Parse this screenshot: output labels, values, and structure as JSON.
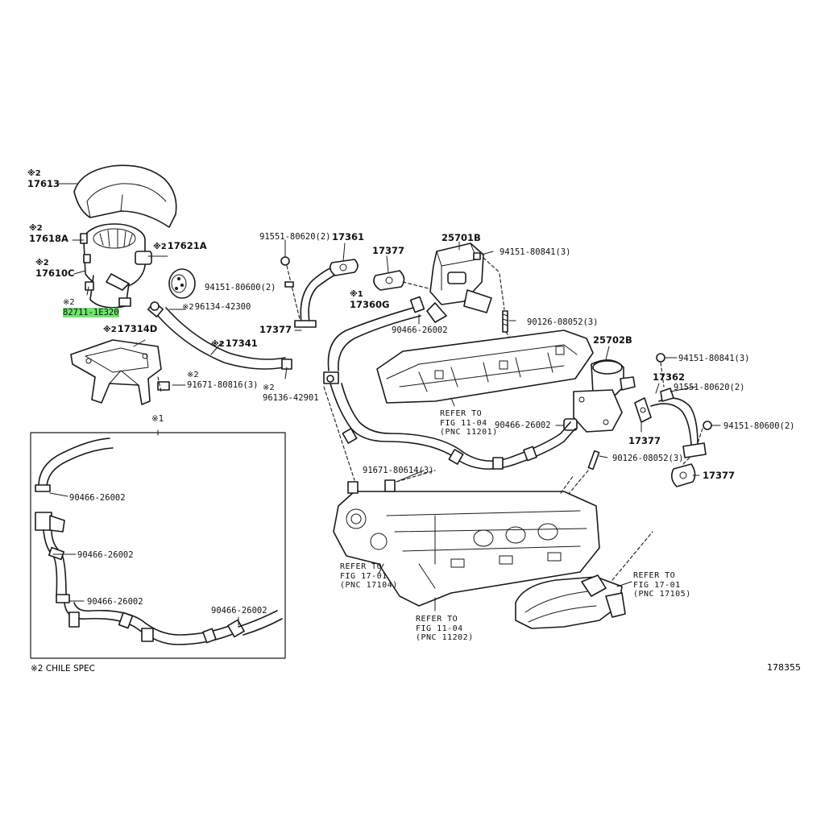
{
  "labels": {
    "l17613": {
      "mark": "※2",
      "text": "17613"
    },
    "l17618a": {
      "mark": "※2",
      "text": "17618A"
    },
    "l17621a": {
      "mark": "※2",
      "text": "17621A"
    },
    "l17610c": {
      "mark": "※2",
      "text": "17610C"
    },
    "l82711": {
      "mark": "※2",
      "text": "82711-1E320"
    },
    "l96134": {
      "mark": "※2",
      "text": "96134-42300"
    },
    "l17314d": {
      "mark": "※2",
      "text": "17314D"
    },
    "l17341": {
      "mark": "※2",
      "text": "17341"
    },
    "l91671_3": {
      "mark": "※2",
      "text": "91671-80816(3)"
    },
    "l96136": {
      "mark": "※2",
      "text": "96136-42901"
    },
    "l91551_left": {
      "mark": "",
      "text": "91551-80620(2)"
    },
    "l17361": {
      "mark": "",
      "text": "17361"
    },
    "l94151_600_left": {
      "mark": "",
      "text": "94151-80600(2)"
    },
    "l17377_a": {
      "mark": "",
      "text": "17377"
    },
    "l17377_b": {
      "mark": "",
      "text": "17377"
    },
    "l17360g": {
      "mark": "※1",
      "text": "17360G"
    },
    "l90466_top": {
      "mark": "",
      "text": "90466-26002"
    },
    "l25701b": {
      "mark": "",
      "text": "25701B"
    },
    "l94151_841_top": {
      "mark": "",
      "text": "94151-80841(3)"
    },
    "l90126_top": {
      "mark": "",
      "text": "90126-08052(3)"
    },
    "l25702b": {
      "mark": "",
      "text": "25702B"
    },
    "l94151_841_right": {
      "mark": "",
      "text": "94151-80841(3)"
    },
    "l17362": {
      "mark": "",
      "text": "17362"
    },
    "l91551_right": {
      "mark": "",
      "text": "91551-80620(2)"
    },
    "l94151_600_right": {
      "mark": "",
      "text": "94151-80600(2)"
    },
    "l90466_mid": {
      "mark": "",
      "text": "90466-26002"
    },
    "l17377_c": {
      "mark": "",
      "text": "17377"
    },
    "l90126_mid": {
      "mark": "",
      "text": "90126-08052(3)"
    },
    "l17377_d": {
      "mark": "",
      "text": "17377"
    },
    "l91671_614": {
      "mark": "",
      "text": "91671-80614(3)"
    },
    "l90466_box1": {
      "mark": "",
      "text": "90466-26002"
    },
    "l90466_box2": {
      "mark": "",
      "text": "90466-26002"
    },
    "l90466_box3": {
      "mark": "",
      "text": "90466-26002"
    },
    "l90466_box4": {
      "mark": "",
      "text": "90466-26002"
    },
    "box_mark": {
      "mark": "",
      "text": "※1"
    }
  },
  "refs": {
    "ref_11201": {
      "line1": "REFER TO",
      "line2": "FIG 11-04",
      "line3": "(PNC 11201)"
    },
    "ref_17104": {
      "line1": "REFER TO",
      "line2": "FIG 17-01",
      "line3": "(PNC 17104)"
    },
    "ref_11202": {
      "line1": "REFER TO",
      "line2": "FIG 11-04",
      "line3": "(PNC 11202)"
    },
    "ref_17105": {
      "line1": "REFER TO",
      "line2": "FIG 17-01",
      "line3": "(PNC 17105)"
    }
  },
  "footnote": "※2 CHILE SPEC",
  "figure_number": "178355",
  "highlight_color": "#6fe36f"
}
